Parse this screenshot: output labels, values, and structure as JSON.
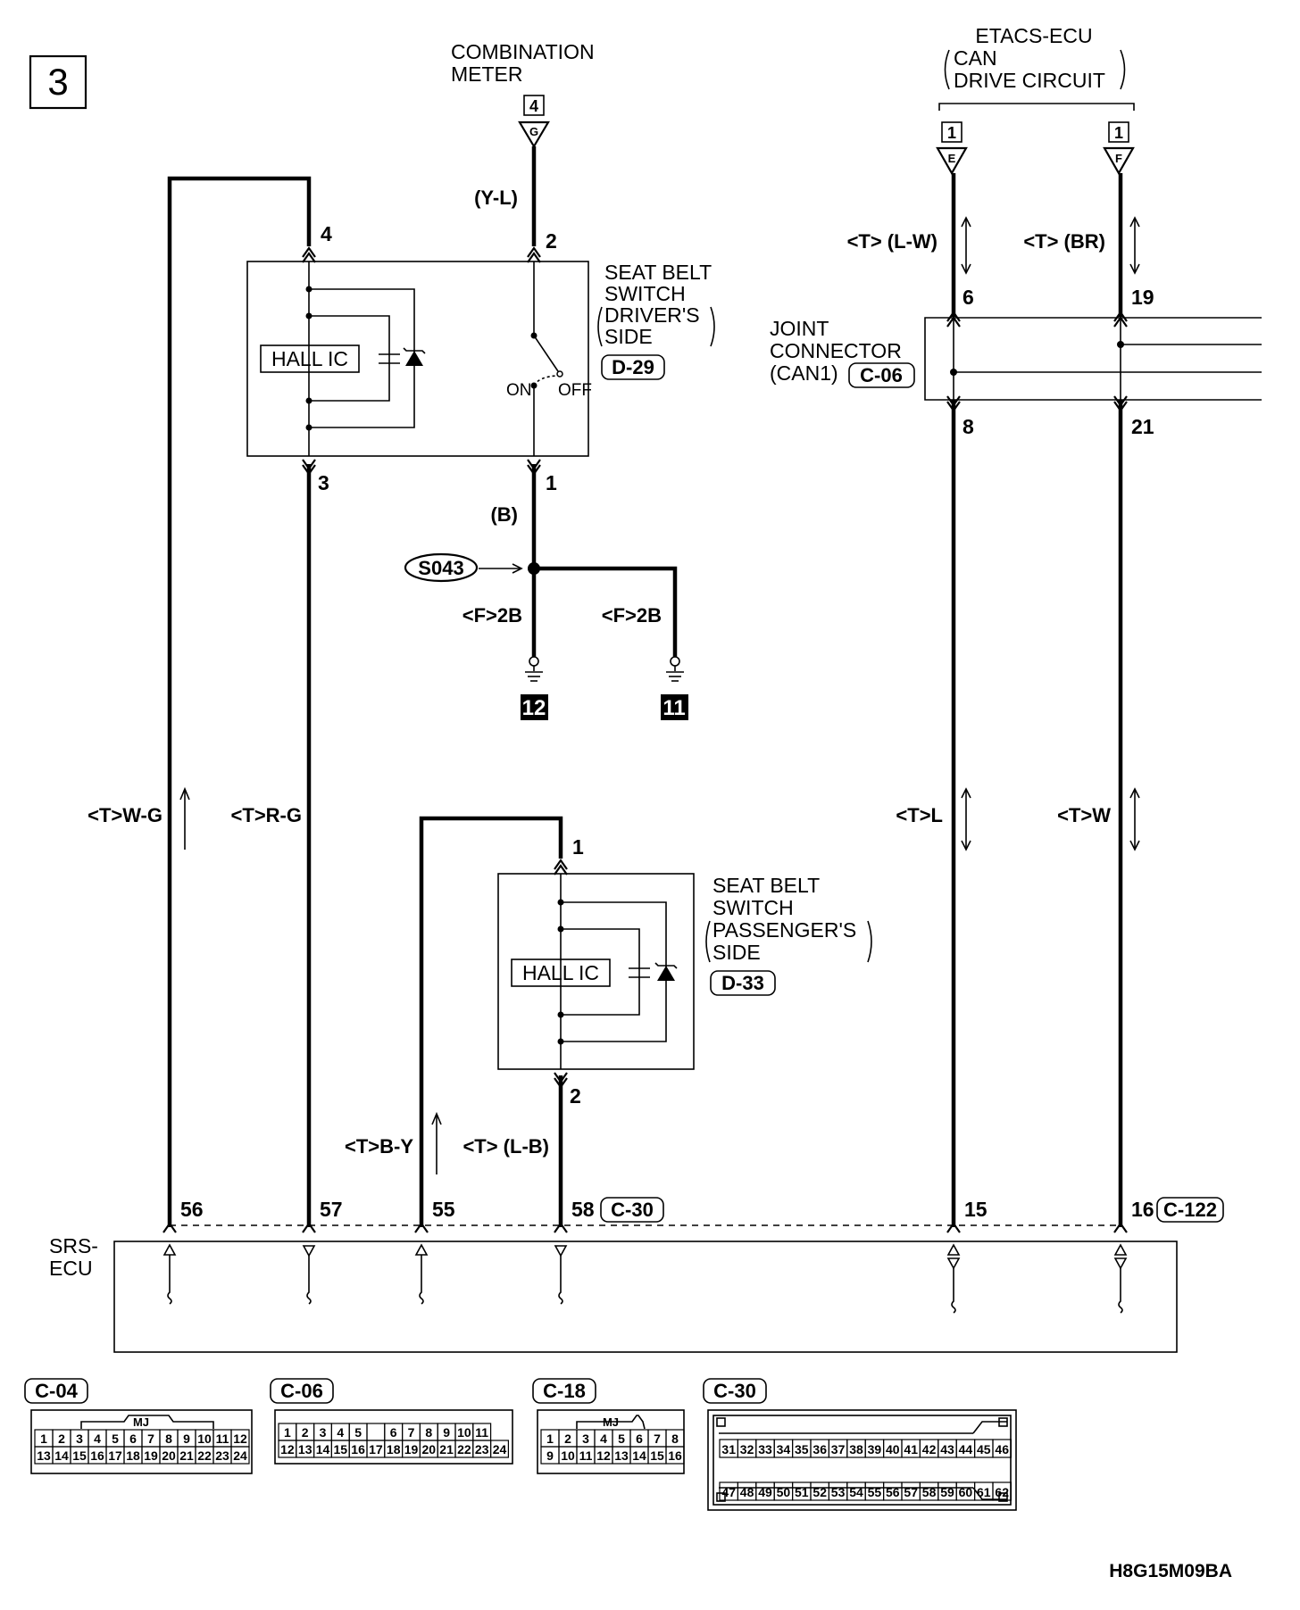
{
  "page": {
    "section_number": "3",
    "figure_code": "H8G15M09BA"
  },
  "combination_meter": {
    "title_line1": "COMBINATION",
    "title_line2": "METER",
    "ref_num": "4",
    "terminal": "G",
    "wire_color": "(Y-L)"
  },
  "etacs": {
    "title_line1": "ETACS-ECU",
    "title_line2": "CAN",
    "title_line3": "DRIVE CIRCUIT",
    "ref_num_e": "1",
    "terminal_e": "E",
    "ref_num_f": "1",
    "terminal_f": "F",
    "wire_e": "<T> (L-W)",
    "wire_f": "<T> (BR)"
  },
  "driver_switch": {
    "name_line1": "SEAT BELT",
    "name_line2": "SWITCH",
    "name_line3": "DRIVER'S",
    "name_line4": "SIDE",
    "connector": "D-29",
    "component": "HALL IC",
    "pin_top_left": "4",
    "pin_top_right": "2",
    "pin_bottom_left": "3",
    "pin_bottom_right": "1",
    "state_on": "ON",
    "state_off": "OFF"
  },
  "ground": {
    "wire_b": "(B)",
    "splice": "S043",
    "wire_left": "<F>2B",
    "wire_right": "<F>2B",
    "ground_left": "12",
    "ground_right": "11"
  },
  "joint_connector": {
    "name_line1": "JOINT",
    "name_line2": "CONNECTOR",
    "name_line3": "(CAN1)",
    "connector": "C-06",
    "pin_in_left": "6",
    "pin_in_right": "19",
    "pin_out_left": "8",
    "pin_out_right": "21"
  },
  "passenger_switch": {
    "name_line1": "SEAT BELT",
    "name_line2": "SWITCH",
    "name_line3": "PASSENGER'S",
    "name_line4": "SIDE",
    "connector": "D-33",
    "component": "HALL IC",
    "pin_top": "1",
    "pin_bottom": "2"
  },
  "wires": {
    "w_g": "<T>W-G",
    "r_g": "<T>R-G",
    "b_y": "<T>B-Y",
    "l_b": "<T> (L-B)",
    "l": "<T>L",
    "w": "<T>W"
  },
  "srs_ecu": {
    "name_line1": "SRS-",
    "name_line2": "ECU",
    "pin_56": "56",
    "pin_57": "57",
    "pin_55": "55",
    "pin_58": "58",
    "connector_left": "C-30",
    "pin_15": "15",
    "pin_16": "16",
    "connector_right": "C-122"
  },
  "connector_views": {
    "c04": {
      "label": "C-04",
      "latch": "MJ",
      "row1": [
        "1",
        "2",
        "3",
        "4",
        "5",
        "6",
        "7",
        "8",
        "9",
        "10",
        "11",
        "12"
      ],
      "row2": [
        "13",
        "14",
        "15",
        "16",
        "17",
        "18",
        "19",
        "20",
        "21",
        "22",
        "23",
        "24"
      ]
    },
    "c06": {
      "label": "C-06",
      "row1": [
        "1",
        "2",
        "3",
        "4",
        "5",
        "",
        "6",
        "7",
        "8",
        "9",
        "10",
        "11"
      ],
      "row2": [
        "12",
        "13",
        "14",
        "15",
        "16",
        "17",
        "18",
        "19",
        "20",
        "21",
        "22",
        "23",
        "24"
      ]
    },
    "c18": {
      "label": "C-18",
      "latch": "MJ",
      "row1": [
        "1",
        "2",
        "3",
        "4",
        "5",
        "6",
        "7",
        "8"
      ],
      "row2": [
        "9",
        "10",
        "11",
        "12",
        "13",
        "14",
        "15",
        "16"
      ]
    },
    "c30": {
      "label": "C-30",
      "row1": [
        "31",
        "32",
        "33",
        "34",
        "35",
        "36",
        "37",
        "38",
        "39",
        "40",
        "41",
        "42",
        "43",
        "44",
        "45",
        "46"
      ],
      "row2": [
        "47",
        "48",
        "49",
        "50",
        "51",
        "52",
        "53",
        "54",
        "55",
        "56",
        "57",
        "58",
        "59",
        "60",
        "61",
        "62"
      ]
    }
  }
}
